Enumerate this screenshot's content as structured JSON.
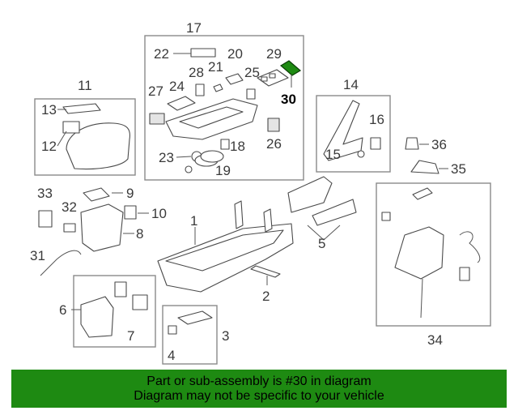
{
  "highlighted_part": "30",
  "highlight_color": "#1e8a12",
  "banner": {
    "line1": "Part or sub-assembly is #30 in diagram",
    "line2": "Diagram may not be specific to your vehicle",
    "background": "#1e8a12"
  },
  "callouts": {
    "c1": "1",
    "c2": "2",
    "c3": "3",
    "c4": "4",
    "c5": "5",
    "c6": "6",
    "c7": "7",
    "c8": "8",
    "c9": "9",
    "c10": "10",
    "c11": "11",
    "c12": "12",
    "c13": "13",
    "c14": "14",
    "c15": "15",
    "c16": "16",
    "c17": "17",
    "c18": "18",
    "c19": "19",
    "c20": "20",
    "c21": "21",
    "c22": "22",
    "c23": "23",
    "c24": "24",
    "c25": "25",
    "c26": "26",
    "c27": "27",
    "c28": "28",
    "c29": "29",
    "c30": "30",
    "c31": "31",
    "c32": "32",
    "c33": "33",
    "c34": "34",
    "c35": "35",
    "c36": "36"
  }
}
